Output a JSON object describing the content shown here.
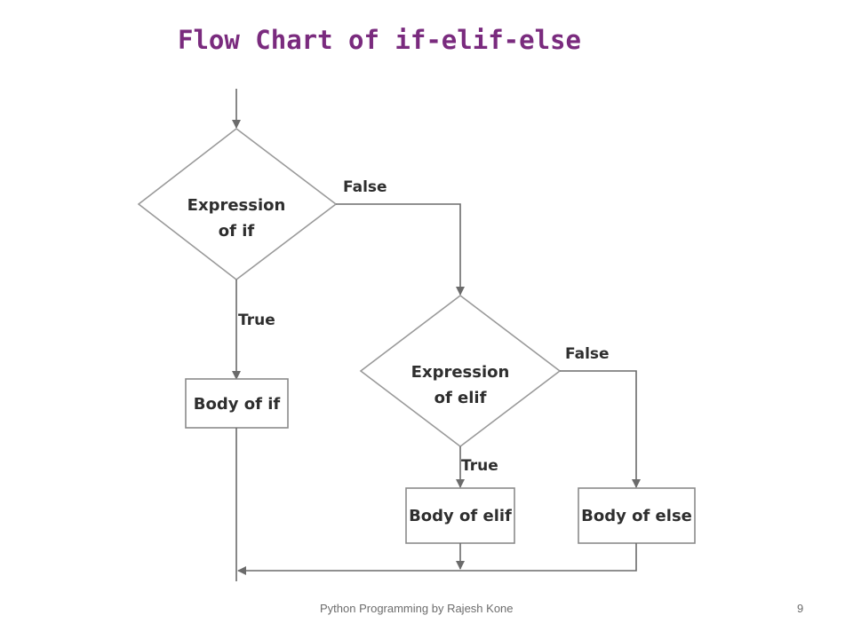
{
  "title": "Flow Chart of if-elif-else",
  "nodes": {
    "if_condition": {
      "line1": "Expression",
      "line2": "of if"
    },
    "elif_condition": {
      "line1": "Expression",
      "line2": "of elif"
    },
    "body_if": "Body of if",
    "body_elif": "Body of elif",
    "body_else": "Body of else"
  },
  "edges": {
    "if_false": "False",
    "if_true": "True",
    "elif_false": "False",
    "elif_true": "True"
  },
  "footer": {
    "text": "Python  Programming by Rajesh Kone",
    "page_number": "9"
  },
  "colors": {
    "title": "#7a2b7e",
    "line": "#6b6b6b",
    "text": "#2e2e2e"
  }
}
